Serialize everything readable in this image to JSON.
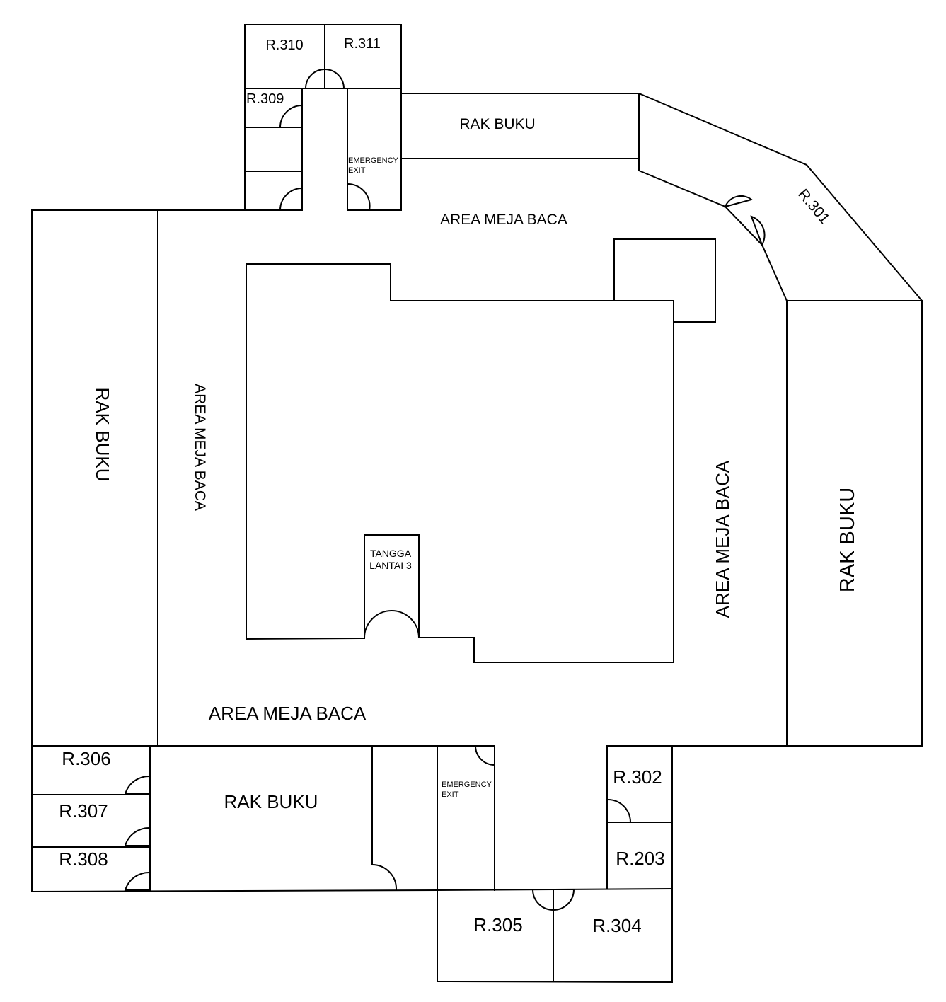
{
  "floor_plan": {
    "rooms": {
      "r310": "R.310",
      "r311": "R.311",
      "r309": "R.309",
      "r301": "R.301",
      "r306": "R.306",
      "r307": "R.307",
      "r308": "R.308",
      "r302": "R.302",
      "r203": "R.203",
      "r305": "R.305",
      "r304": "R.304"
    },
    "areas": {
      "rak_buku_top": "RAK BUKU",
      "rak_buku_left": "RAK BUKU",
      "rak_buku_right": "RAK BUKU",
      "rak_buku_bottom": "RAK BUKU",
      "meja_baca_top": "AREA MEJA BACA",
      "meja_baca_left": "AREA MEJA BACA",
      "meja_baca_right": "AREA MEJA BACA",
      "meja_baca_bottom": "AREA MEJA BACA"
    },
    "exits": {
      "top": [
        "EMERGENCY",
        "EXIT"
      ],
      "bottom": [
        "EMERGENCY",
        "EXIT"
      ]
    },
    "stairs": [
      "TANGGA",
      "LANTAI 3"
    ],
    "colors": {
      "line": "#000000",
      "background": "#ffffff"
    }
  }
}
